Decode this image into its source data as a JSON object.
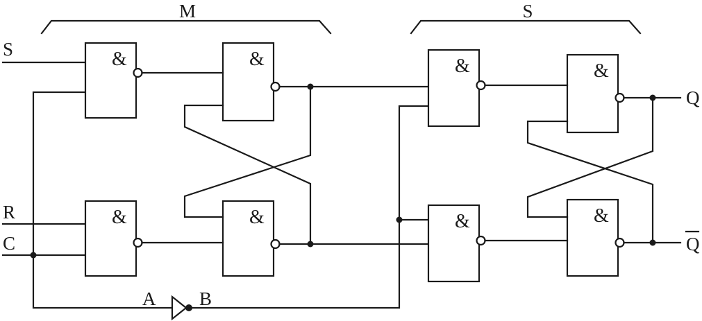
{
  "groups": {
    "master": "M",
    "slave": "S"
  },
  "inputs": {
    "s": "S",
    "r": "R",
    "c": "C"
  },
  "outputs": {
    "q": "Q",
    "q_bar": "Q"
  },
  "nodes": {
    "a": "A",
    "b": "B"
  },
  "gate_symbol": "&"
}
